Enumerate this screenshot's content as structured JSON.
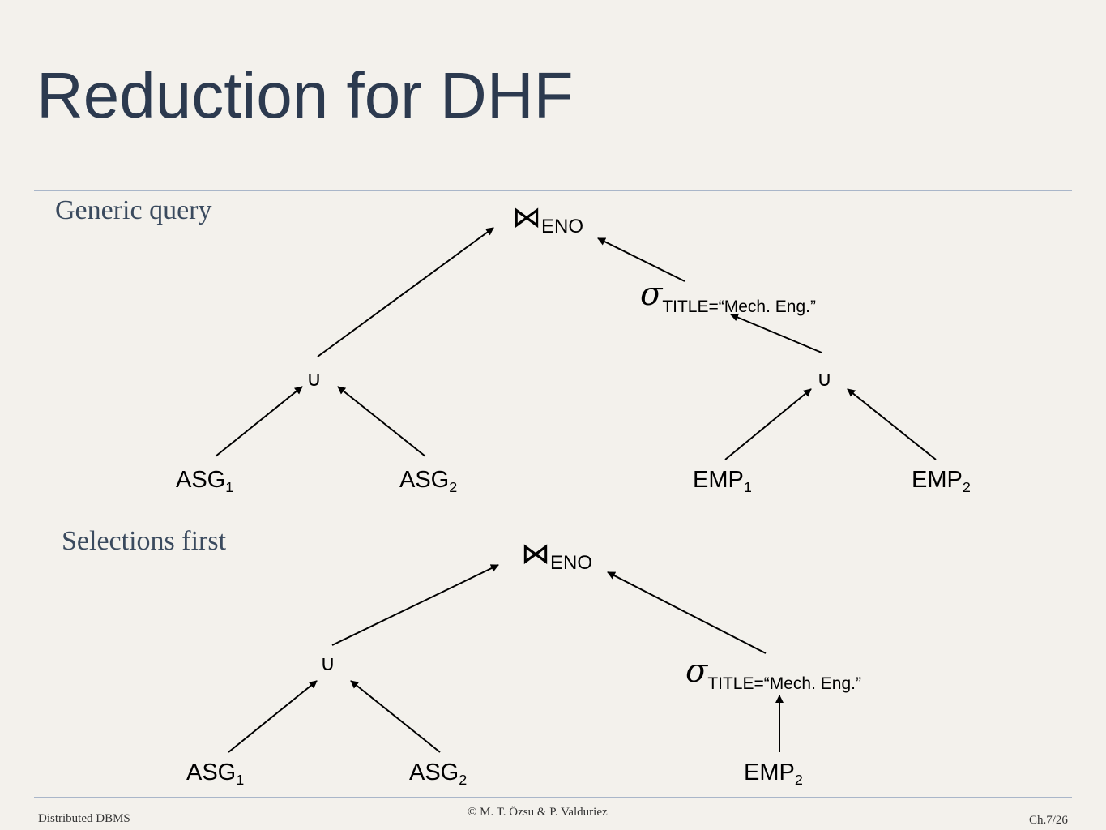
{
  "slide": {
    "title": "Reduction for DHF",
    "sections": {
      "generic": "Generic query",
      "selections": "Selections first"
    },
    "join_symbol": "⋈",
    "union_symbol": "∪",
    "sigma_symbol": "σ",
    "join_attr": "ENO",
    "selection_condition": "TITLE=“Mech. Eng.”",
    "relations": {
      "asg": "ASG",
      "emp": "EMP",
      "sub1": "1",
      "sub2": "2"
    },
    "footer": {
      "left": "Distributed DBMS",
      "center": "© M. T. Özsu & P. Valduriez",
      "right": "Ch.7/26"
    }
  }
}
